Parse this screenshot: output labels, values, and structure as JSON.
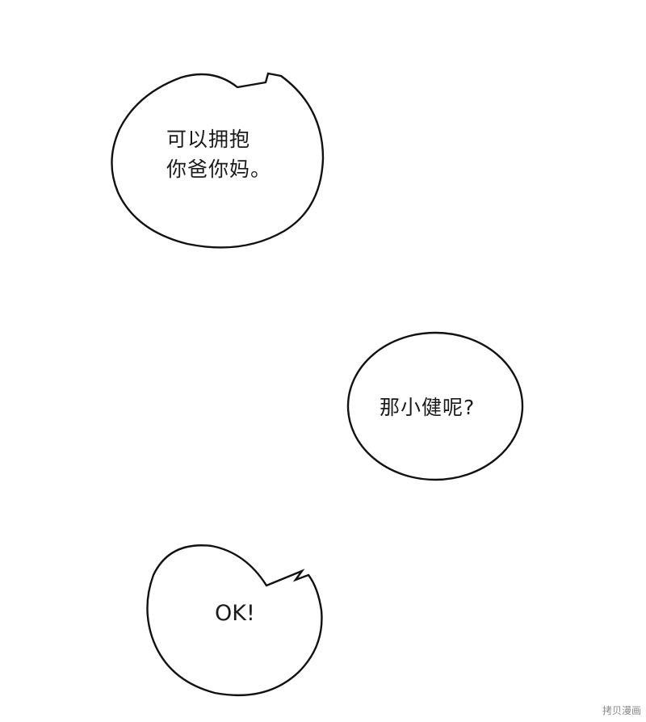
{
  "panel": {
    "bubbles": [
      {
        "lines": [
          "可以拥抱",
          "你爸你妈。"
        ]
      },
      {
        "lines": [
          "那小健呢?"
        ]
      },
      {
        "lines": [
          "OK!"
        ]
      }
    ],
    "watermark": "拷贝漫画"
  },
  "colors": {
    "background": "#ffffff",
    "outline": "#111111",
    "text": "#1a1a1a"
  }
}
